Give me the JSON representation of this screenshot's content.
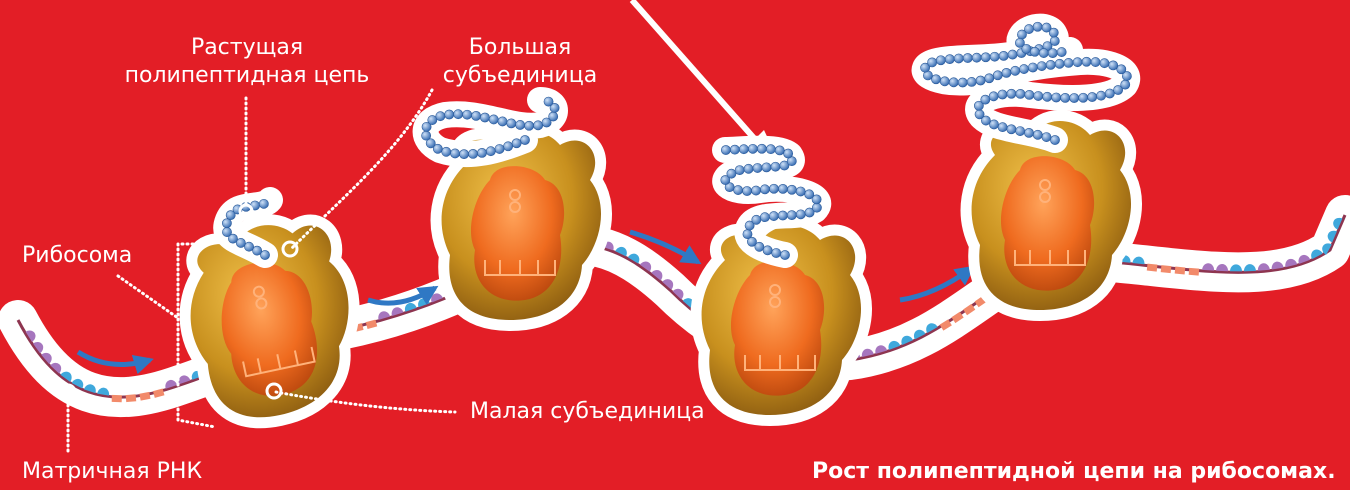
{
  "labels": {
    "growing_chain_line1": "Растущая",
    "growing_chain_line2": "полипептидная цепь",
    "large_subunit_line1": "Большая",
    "large_subunit_line2": "субъединица",
    "ribosome": "Рибосома",
    "small_subunit": "Малая субъединица",
    "mrna": "Матричная РНК"
  },
  "caption": "Рост полипептидной цепи на рибосомах.",
  "colors": {
    "background": "#e31e26",
    "ribosome_large": "#c8901e",
    "ribosome_small": "#ef6b1f",
    "chain_bead": "#4a7fc4",
    "codon_purple": "#a676be",
    "codon_blue": "#3fa8dc",
    "codon_salmon": "#f28a6a"
  }
}
